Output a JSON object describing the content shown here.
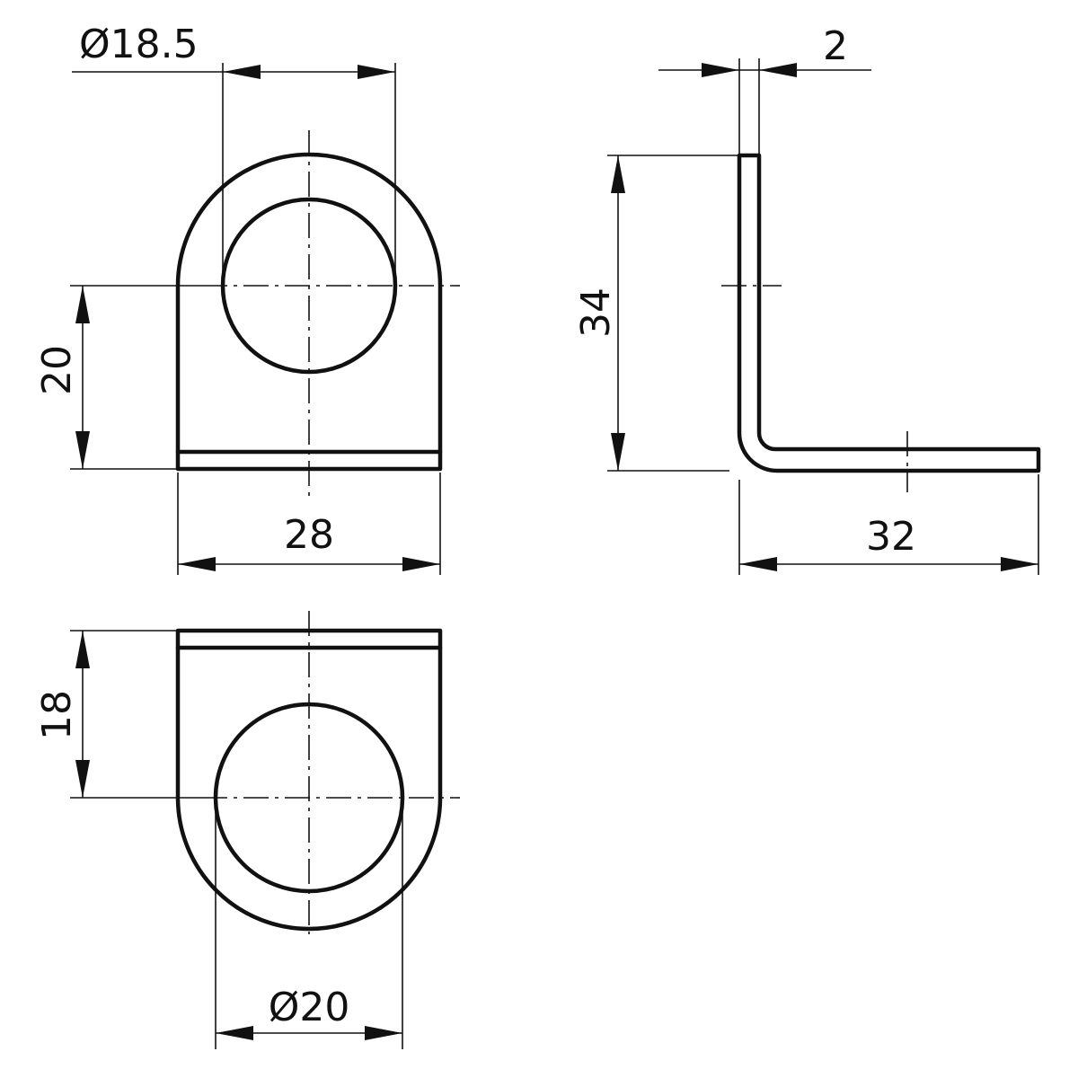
{
  "dimensions": {
    "hole_diameter_top": "Ø18.5",
    "height_20": "20",
    "width_28": "28",
    "thickness": "2",
    "height_34": "34",
    "length_32": "32",
    "depth_18": "18",
    "outer_diameter_bottom": "Ø20"
  },
  "colors": {
    "line": "#111111",
    "background": "#ffffff"
  }
}
